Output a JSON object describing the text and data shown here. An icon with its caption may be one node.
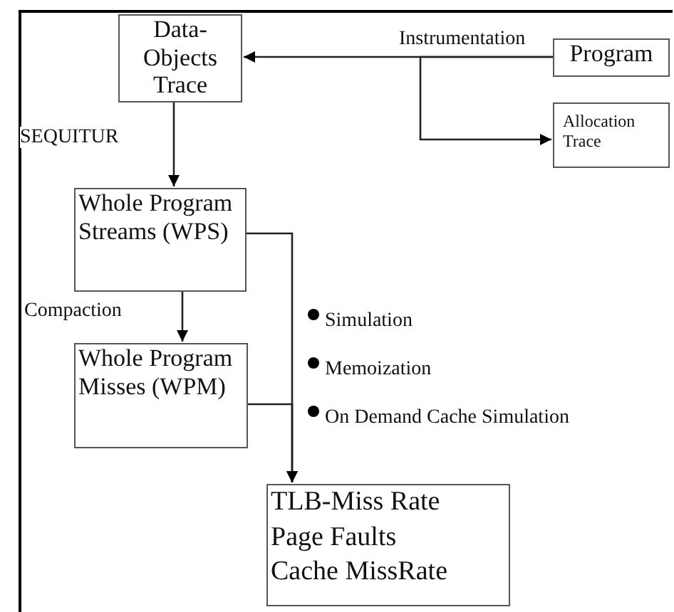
{
  "diagram": {
    "nodes": [
      {
        "text": [
          "Data-Objects Trace"
        ]
      },
      {
        "text": [
          "Program"
        ]
      },
      {
        "text": [
          "Allocation Trace"
        ]
      },
      {
        "text": [
          "Whole Program Streams (WPS)"
        ]
      },
      {
        "text": [
          "Whole Program Misses (WPM)"
        ]
      },
      {
        "text": [
          "TLB-Miss Rate",
          "Page Faults",
          "Cache MissRate"
        ]
      }
    ],
    "edges": [
      {
        "from": 1,
        "to": 0,
        "arrow": "to",
        "label": "Instrumentation"
      },
      {
        "from": 1,
        "to": 2,
        "arrow": "to"
      },
      {
        "from": 0,
        "to": 3,
        "arrow": "to",
        "label": "SEQUITUR"
      },
      {
        "from": 3,
        "to": 4,
        "arrow": "to",
        "label": "Compaction"
      },
      {
        "from": 3,
        "to": 5,
        "arrow": "to"
      },
      {
        "from": 4,
        "to": 5,
        "arrow": "to"
      }
    ],
    "labels": [
      "Simulation",
      "Memoization",
      "On Demand Cache Simulation"
    ]
  }
}
